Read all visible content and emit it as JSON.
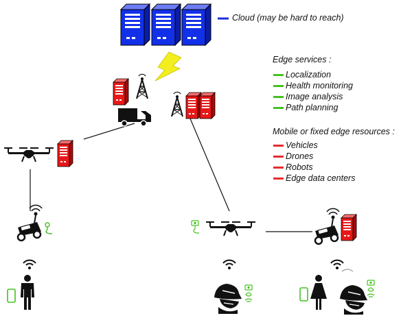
{
  "cloud": {
    "label": "Cloud (may be hard to reach)",
    "line_color": "#1f2bd6"
  },
  "edge_services": {
    "title": "Edge services :",
    "color": "#43c21f",
    "items": [
      "Localization",
      "Health monitoring",
      "Image analysis",
      "Path planning"
    ]
  },
  "edge_resources": {
    "title": "Mobile or fixed edge resources :",
    "color": "#e62b2b",
    "items": [
      "Vehicles",
      "Drones",
      "Robots",
      "Edge data centers"
    ]
  },
  "colors": {
    "cloud_server": "#1230e8",
    "edge_server": "#e81818",
    "lightning": "#f2ee20",
    "sensor": "#43c21f",
    "device": "#111111"
  }
}
